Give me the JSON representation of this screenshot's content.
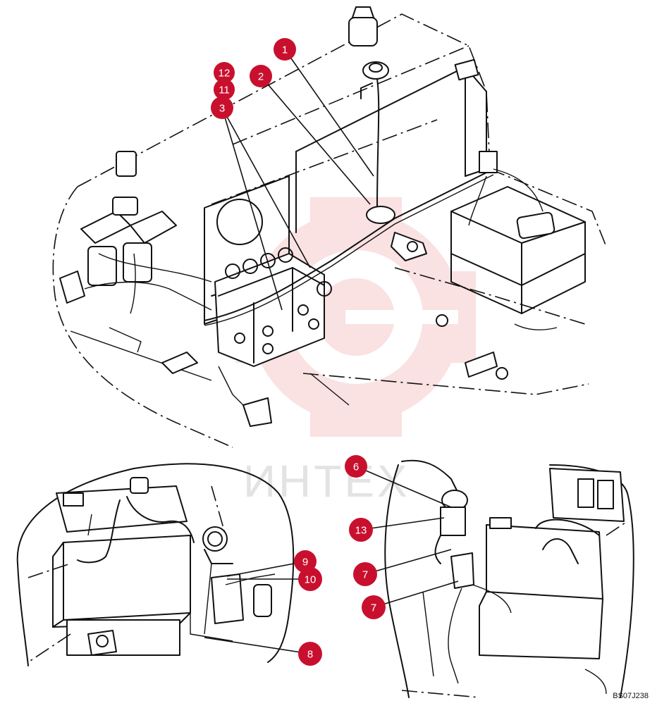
{
  "watermark": {
    "text": "ИНТЕХ",
    "color": "#f6c9cc"
  },
  "drawing_code": "BS07J238",
  "callouts": [
    {
      "id": "1",
      "label": "1"
    },
    {
      "id": "2",
      "label": "2"
    },
    {
      "id": "3",
      "label": "3"
    },
    {
      "id": "11",
      "label": "11"
    },
    {
      "id": "12",
      "label": "12"
    },
    {
      "id": "6",
      "label": "6"
    },
    {
      "id": "13",
      "label": "13"
    },
    {
      "id": "7a",
      "label": "7"
    },
    {
      "id": "7b",
      "label": "7"
    },
    {
      "id": "9",
      "label": "9"
    },
    {
      "id": "10",
      "label": "10"
    },
    {
      "id": "8",
      "label": "8"
    }
  ],
  "callout_color": "#c8102e"
}
